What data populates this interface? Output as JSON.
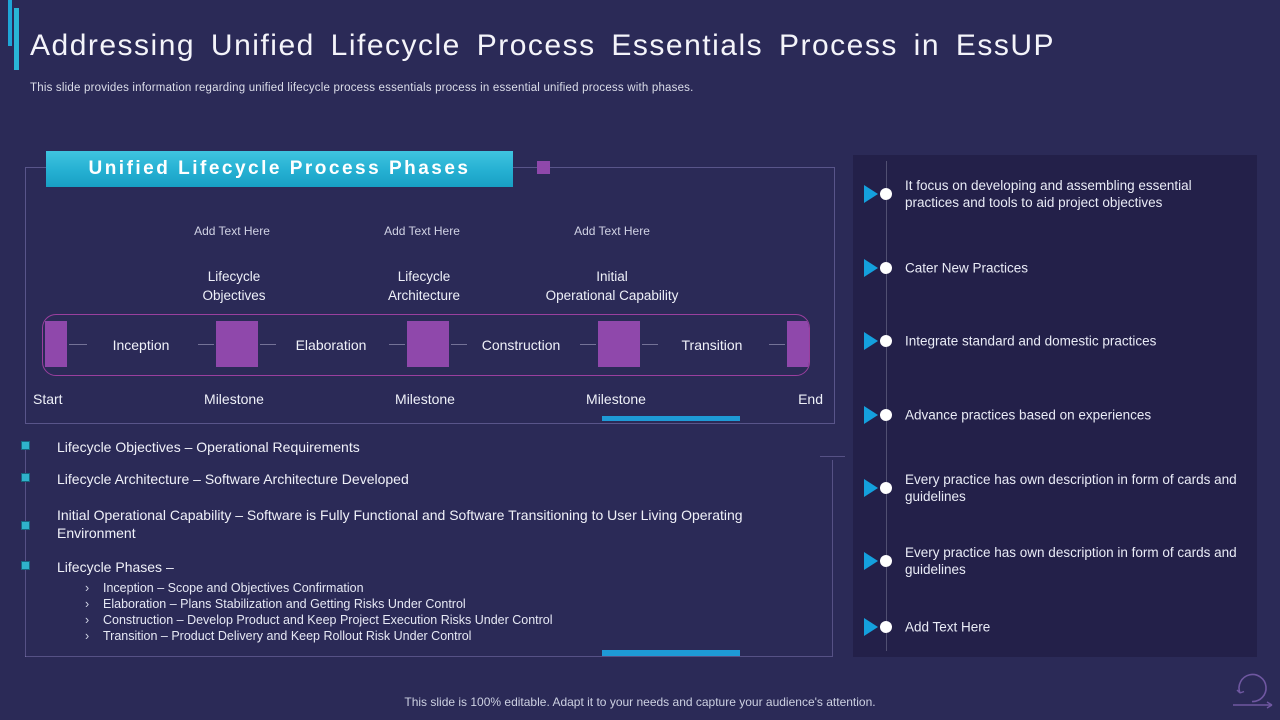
{
  "colors": {
    "background": "#2b2a57",
    "panel": "#232049",
    "cyan_accent": "#29b6d6",
    "play_blue": "#14a0dd",
    "purple_marker": "#8f48ab",
    "magenta_border": "#9a3f9e"
  },
  "header": {
    "title": "Addressing Unified Lifecycle Process Essentials Process in EssUP",
    "subtitle": "This slide provides information regarding unified lifecycle process essentials process in essential unified process with phases."
  },
  "diagram": {
    "banner_label": "Unified Lifecycle Process Phases",
    "add_text_labels": [
      "Add Text Here",
      "Add Text Here",
      "Add Text Here"
    ],
    "milestone_names": [
      "Lifecycle\nObjectives",
      "Lifecycle\nArchitecture",
      "Initial\nOperational Capability"
    ],
    "phases": [
      "Inception",
      "Elaboration",
      "Construction",
      "Transition"
    ],
    "timeline_labels": [
      "Start",
      "Milestone",
      "Milestone",
      "Milestone",
      "End"
    ]
  },
  "notes": {
    "items": [
      "Lifecycle Objectives – Operational Requirements",
      "Lifecycle Architecture – Software Architecture Developed",
      "Initial Operational Capability – Software is Fully Functional and Software Transitioning to User Living Operating Environment",
      "Lifecycle Phases –"
    ],
    "sub_marker": "›",
    "sub_items": [
      "Inception – Scope and Objectives Confirmation",
      "Elaboration – Plans Stabilization and Getting Risks Under Control",
      "Construction – Develop Product and Keep Project Execution Risks Under Control",
      "Transition – Product Delivery and Keep Rollout Risk Under Control"
    ]
  },
  "sidebar": {
    "items": [
      "It focus on developing and assembling essential practices and tools to aid project objectives",
      "Cater New Practices",
      "Integrate standard and domestic practices",
      "Advance practices based on experiences",
      "Every practice has own description in form of cards and guidelines",
      "Every practice has own description in form of cards and guidelines",
      "Add Text Here"
    ]
  },
  "footer": {
    "note": "This slide is 100% editable. Adapt it to your needs and capture your audience's attention."
  }
}
